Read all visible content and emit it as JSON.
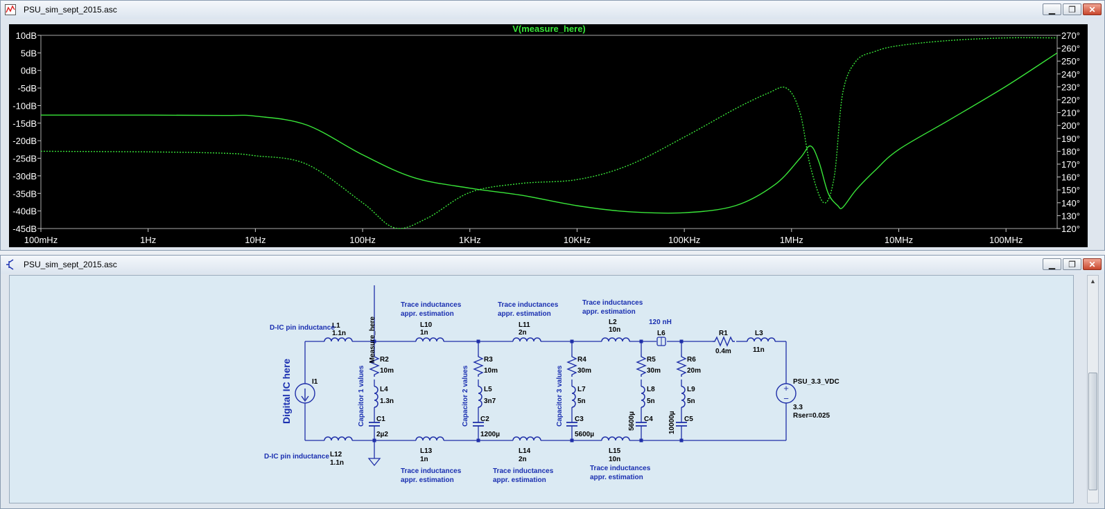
{
  "plot_window": {
    "title": "PSU_sim_sept_2015.asc",
    "trace_title": "V(measure_here)",
    "minimize": "▁",
    "restore": "❐",
    "close": "✕"
  },
  "schematic_window": {
    "title": "PSU_sim_sept_2015.asc",
    "minimize": "▁",
    "restore": "❐",
    "close": "✕"
  },
  "colors": {
    "trace": "#39e639",
    "plot_bg": "#000000",
    "wire": "#1f2fa8",
    "label": "#1a2fb0"
  },
  "chart_data": {
    "type": "line",
    "title": "V(measure_here)",
    "x_scale": "log",
    "x_ticks": [
      "100mHz",
      "1Hz",
      "10Hz",
      "100Hz",
      "1KHz",
      "10KHz",
      "100KHz",
      "1MHz",
      "10MHz",
      "100MHz"
    ],
    "x_tick_values": [
      0.1,
      1,
      10,
      100,
      1000,
      10000,
      100000,
      1000000,
      10000000,
      100000000
    ],
    "xlim": [
      0.1,
      300000000
    ],
    "left_ticks": [
      "10dB",
      "5dB",
      "0dB",
      "-5dB",
      "-10dB",
      "-15dB",
      "-20dB",
      "-25dB",
      "-30dB",
      "-35dB",
      "-40dB",
      "-45dB"
    ],
    "left_tick_values": [
      10,
      5,
      0,
      -5,
      -10,
      -15,
      -20,
      -25,
      -30,
      -35,
      -40,
      -45
    ],
    "ylim_left": [
      -45,
      10
    ],
    "right_ticks": [
      "270°",
      "260°",
      "250°",
      "240°",
      "230°",
      "220°",
      "210°",
      "200°",
      "190°",
      "180°",
      "170°",
      "160°",
      "150°",
      "140°",
      "130°",
      "120°"
    ],
    "right_tick_values": [
      270,
      260,
      250,
      240,
      230,
      220,
      210,
      200,
      190,
      180,
      170,
      160,
      150,
      140,
      130,
      120
    ],
    "ylim_right": [
      120,
      270
    ],
    "grid": false,
    "series": [
      {
        "style": "solid",
        "axis": "left",
        "x": [
          0.1,
          1,
          5,
          10,
          30,
          100,
          300,
          1000,
          3000,
          10000,
          30000,
          100000,
          300000,
          700000,
          1200000,
          1500000,
          1800000,
          2200000,
          2700000,
          3000000,
          4000000,
          6000000,
          10000000,
          30000000,
          100000000,
          300000000
        ],
        "values": [
          -12.7,
          -12.7,
          -12.8,
          -13.0,
          -15.5,
          -24.0,
          -30.5,
          -33.5,
          -35.5,
          -38.5,
          -40.2,
          -40.5,
          -38.5,
          -32.5,
          -25.0,
          -21.5,
          -26.0,
          -35.0,
          -38.5,
          -39.0,
          -34.0,
          -28.5,
          -22.5,
          -14.0,
          -4.5,
          5.0
        ]
      },
      {
        "style": "dotted",
        "axis": "right",
        "x": [
          0.1,
          1,
          5,
          10,
          30,
          100,
          200,
          400,
          1000,
          3000,
          10000,
          30000,
          100000,
          300000,
          600000,
          900000,
          1200000,
          1500000,
          2000000,
          2500000,
          3000000,
          4000000,
          6000000,
          10000000,
          30000000,
          100000000,
          300000000
        ],
        "values": [
          180,
          179.5,
          178.5,
          176.5,
          170,
          140,
          120.5,
          128,
          148,
          155,
          158,
          169,
          191,
          213,
          225,
          229,
          210,
          168,
          140,
          160,
          225,
          250,
          257.5,
          262,
          266,
          268,
          268
        ]
      }
    ]
  },
  "schematic": {
    "labels": {
      "measure_here": "Measure_here",
      "digital_ic": "Digital IC here",
      "dic_pin_top": "D-IC pin inductance",
      "dic_pin_bottom": "D-IC pin inductance",
      "trace_a": "Trace inductances",
      "trace_b": "appr. estimation",
      "cap1": "Capacitor 1 values",
      "cap2": "Capacitor 2 values",
      "cap3": "Capacitor 3 values",
      "nh120": "120 nH"
    },
    "parts": {
      "L1": {
        "name": "L1",
        "value": "1.1n"
      },
      "L12": {
        "name": "L12",
        "value": "1.1n"
      },
      "I1": {
        "name": "I1"
      },
      "R2": {
        "name": "R2",
        "value": "10m"
      },
      "L4": {
        "name": "L4",
        "value": "1.3n"
      },
      "C1": {
        "name": "C1",
        "value": "2µ2"
      },
      "L10": {
        "name": "L10",
        "value": "1n"
      },
      "L13": {
        "name": "L13",
        "value": "1n"
      },
      "R3": {
        "name": "R3",
        "value": "10m"
      },
      "L5": {
        "name": "L5",
        "value": "3n7"
      },
      "C2": {
        "name": "C2",
        "value": "1200µ"
      },
      "L11": {
        "name": "L11",
        "value": "2n"
      },
      "L14": {
        "name": "L14",
        "value": "2n"
      },
      "R4": {
        "name": "R4",
        "value": "30m"
      },
      "L7": {
        "name": "L7",
        "value": "5n"
      },
      "C3": {
        "name": "C3",
        "value": "5600µ"
      },
      "L2": {
        "name": "L2",
        "value": "10n"
      },
      "L15": {
        "name": "L15",
        "value": "10n"
      },
      "L6": {
        "name": "L6"
      },
      "R5": {
        "name": "R5",
        "value": "30m"
      },
      "L8": {
        "name": "L8",
        "value": "5n"
      },
      "C4": {
        "name": "C4",
        "value": "5600µ"
      },
      "R6": {
        "name": "R6",
        "value": "20m"
      },
      "L9": {
        "name": "L9",
        "value": "5n"
      },
      "C5": {
        "name": "C5",
        "value": "10000µ"
      },
      "R1": {
        "name": "R1",
        "value": "0.4m"
      },
      "L3": {
        "name": "L3",
        "value": "11n"
      },
      "PSU": {
        "name": "PSU_3.3_VDC",
        "value": "3.3",
        "rser": "Rser=0.025"
      }
    }
  }
}
